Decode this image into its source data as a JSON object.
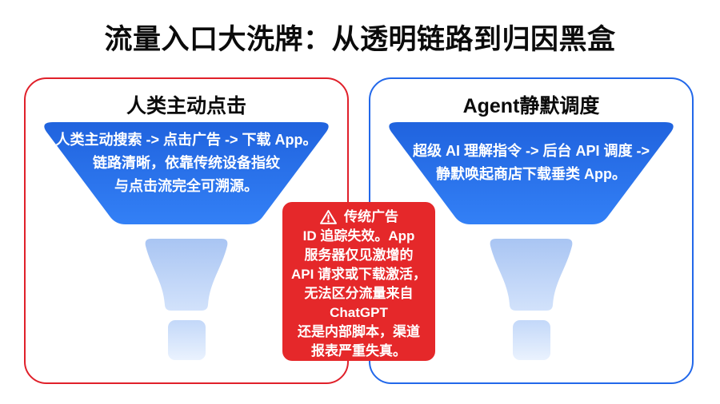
{
  "page": {
    "title": "流量入口大洗牌：从透明链路到归因黑盒"
  },
  "panels": {
    "left": {
      "title": "人类主动点击",
      "funnel_lines": [
        "人类主动搜索 -> 点击广告 -> 下载 App。",
        "链路清晰，依靠传统设备指纹",
        "与点击流完全可溯源。"
      ]
    },
    "right": {
      "title": "Agent静默调度",
      "funnel_lines": [
        "超级 AI 理解指令 -> 后台 API 调度 ->",
        "静默唤起商店下载垂类 App。"
      ]
    }
  },
  "warning": {
    "icon": "warning-triangle-icon",
    "lines": [
      "传统广告",
      "ID 追踪失效。App",
      "服务器仅见激增的",
      "API 请求或下载激活，",
      "无法区分流量来自",
      "ChatGPT",
      "还是内部脚本，渠道",
      "报表严重失真。"
    ]
  },
  "colors": {
    "title_text": "#0b0b0b",
    "panel_left_border": "#e0202a",
    "panel_right_border": "#2268ea",
    "funnel_top_dark": "#2063de",
    "funnel_top_light": "#3380f6",
    "funnel_neck_top": "#a9c5f3",
    "funnel_neck_bottom": "#d2e2fb",
    "funnel_spout_top": "#c3d8f9",
    "funnel_spout_bottom": "#eaf2fe",
    "warning_bg": "#e5282a",
    "funnel_text": "#ffffff"
  }
}
